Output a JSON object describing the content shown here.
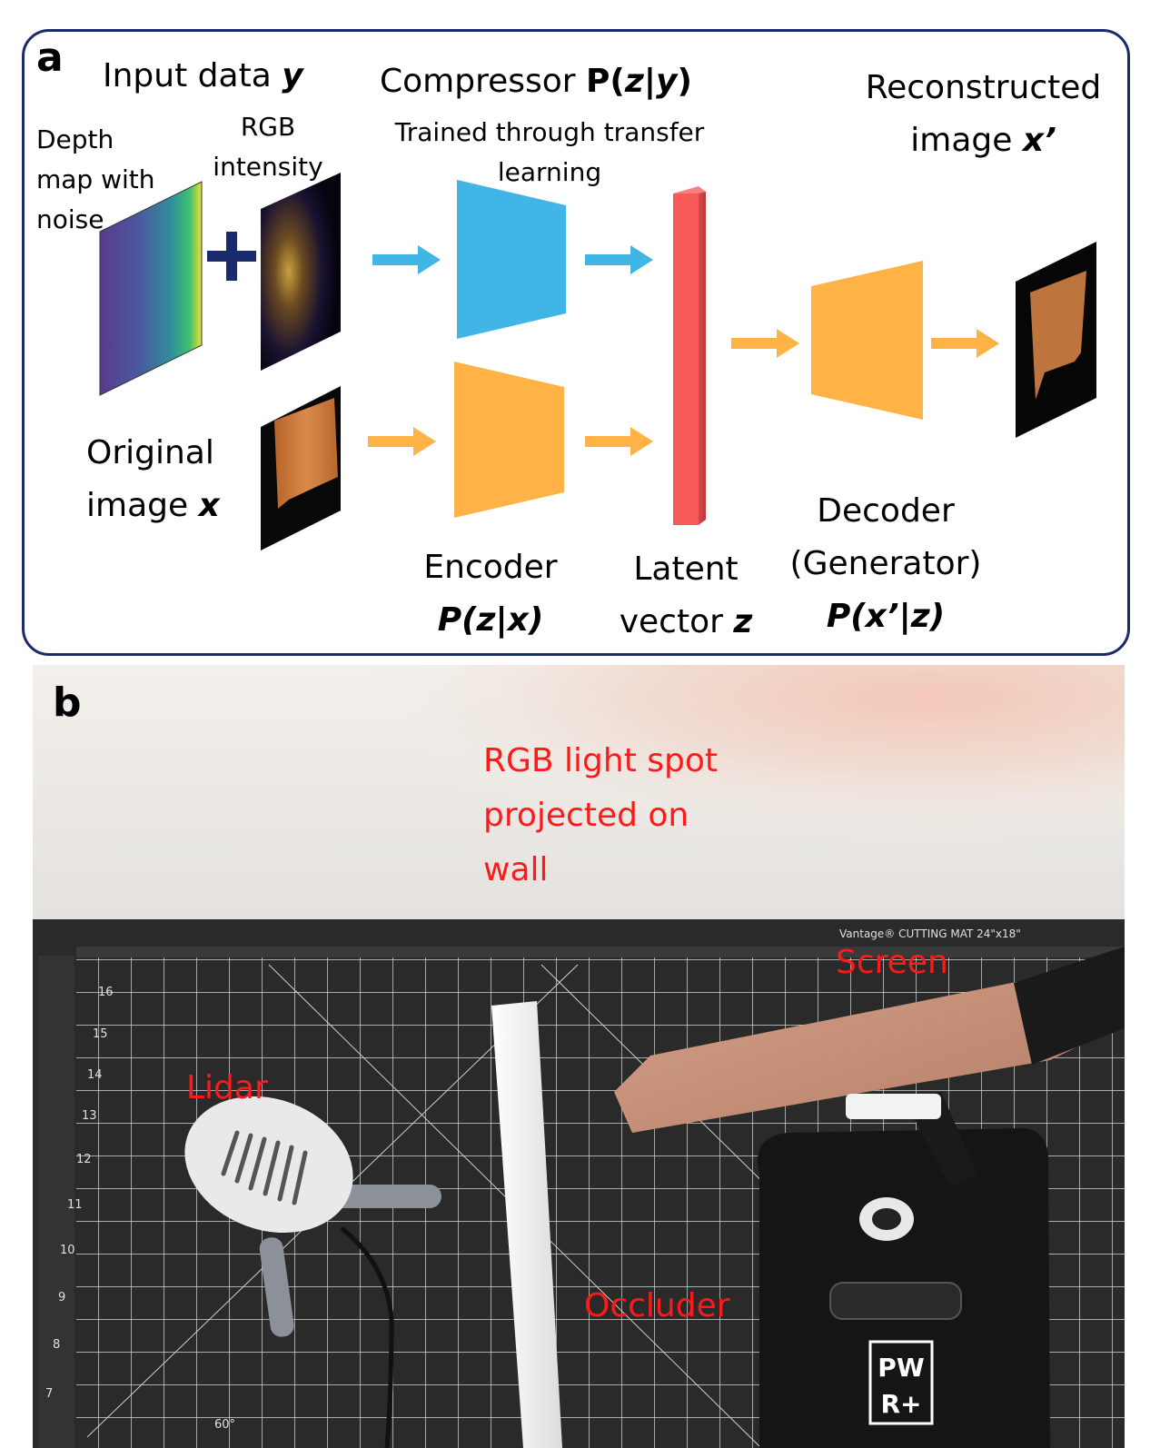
{
  "panel_a": {
    "letter": "a",
    "input_title_text": "Input data",
    "input_title_var": "y",
    "depth_label_lines": [
      "Depth",
      "map with",
      "noise"
    ],
    "rgb_label_lines": [
      "RGB",
      "intensity"
    ],
    "plus_symbol": "+",
    "compressor_title_text": "Compressor",
    "compressor_title_formula_prefix": "P(",
    "compressor_title_var_z": "z",
    "compressor_title_sep": "|",
    "compressor_title_var_y": "y",
    "compressor_title_suffix": ")",
    "compressor_sub_lines": [
      "Trained through transfer",
      "learning"
    ],
    "reconstructed_lines": [
      "Reconstructed",
      "image"
    ],
    "reconstructed_var": "x’",
    "original_line1": "Original",
    "original_line2_text": "image",
    "original_var": "x",
    "encoder_title": "Encoder",
    "encoder_formula": "P(z|x)",
    "latent_line1": "Latent",
    "latent_line2_text": "vector",
    "latent_var": "z",
    "decoder_line1": "Decoder",
    "decoder_line2": "(Generator)",
    "decoder_formula": "P(x’|z)",
    "colors": {
      "frame": "#1b2a6b",
      "compressor_blue": "#41b6e6",
      "encoder_orange": "#ffb347",
      "latent_red": "#f85a5a",
      "plus_navy": "#1b2a6b"
    }
  },
  "panel_b": {
    "letter": "b",
    "light_spot_lines": [
      "RGB light spot",
      "projected on",
      "wall"
    ],
    "screen_label": "Screen",
    "lidar_label": "Lidar",
    "occluder_label": "Occluder",
    "mat_brand": "Vantage® CUTTING MAT 24\"x18\"",
    "stand_logo_lines": [
      "PW",
      "R+"
    ],
    "ruler_numbers": [
      "16",
      "15",
      "14",
      "13",
      "12",
      "11",
      "10",
      "9",
      "8",
      "7"
    ],
    "angle_label": "60°",
    "colors": {
      "label_red": "#ff1a1a",
      "mat": "#2a2a2a",
      "wall": "#efece7"
    }
  }
}
